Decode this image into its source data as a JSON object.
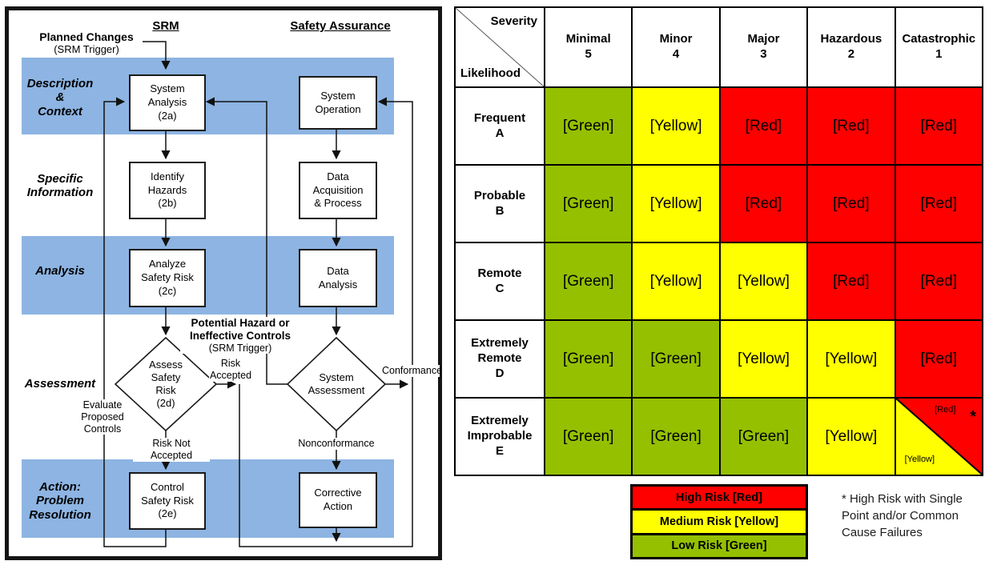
{
  "flowchart": {
    "column_titles": {
      "srm": "SRM",
      "safety_assurance": "Safety Assurance"
    },
    "trigger_label": {
      "line1": "Planned Changes",
      "line2": "(SRM Trigger)"
    },
    "phases": [
      {
        "label": "Description\n&\nContext"
      },
      {
        "label": "Specific\nInformation"
      },
      {
        "label": "Analysis"
      },
      {
        "label": "Assessment"
      },
      {
        "label": "Action:\nProblem\nResolution"
      }
    ],
    "boxes": {
      "system_analysis": "System\nAnalysis\n(2a)",
      "system_operation": "System\nOperation",
      "identify_hazards": "Identify\nHazards\n(2b)",
      "data_acquisition": "Data\nAcquisition\n& Process",
      "analyze_safety_risk": "Analyze\nSafety Risk\n(2c)",
      "data_analysis": "Data\nAnalysis",
      "assess_safety_risk": "Assess\nSafety\nRisk\n(2d)",
      "system_assessment": "System\nAssessment",
      "control_safety_risk": "Control\nSafety Risk\n(2e)",
      "corrective_action": "Corrective\nAction"
    },
    "edge_labels": {
      "potential_hazard": "Potential Hazard or\nIneffective Controls",
      "potential_hazard_sub": "(SRM Trigger)",
      "risk_accepted": "Risk\nAccepted",
      "risk_not_accepted": "Risk Not Accepted",
      "evaluate_proposed_controls": "Evaluate\nProposed\nControls",
      "nonconformance": "Nonconformance",
      "conformance": "Conformance"
    }
  },
  "matrix": {
    "corner": {
      "top": "Severity",
      "bottom": "Likelihood"
    },
    "columns": [
      "Minimal\n5",
      "Minor\n4",
      "Major\n3",
      "Hazardous\n2",
      "Catastrophic\n1"
    ],
    "rows": [
      {
        "label": "Frequent\nA",
        "cells": [
          "[Green]",
          "[Yellow]",
          "[Red]",
          "[Red]",
          "[Red]"
        ]
      },
      {
        "label": "Probable\nB",
        "cells": [
          "[Green]",
          "[Yellow]",
          "[Red]",
          "[Red]",
          "[Red]"
        ]
      },
      {
        "label": "Remote\nC",
        "cells": [
          "[Green]",
          "[Yellow]",
          "[Yellow]",
          "[Red]",
          "[Red]"
        ]
      },
      {
        "label": "Extremely\nRemote\nD",
        "cells": [
          "[Green]",
          "[Green]",
          "[Yellow]",
          "[Yellow]",
          "[Red]"
        ]
      },
      {
        "label": "Extremely\nImprobable\nE",
        "cells": [
          "[Green]",
          "[Green]",
          "[Green]",
          "[Yellow]",
          ""
        ]
      }
    ],
    "split_cell": {
      "red_label": "[Red]",
      "asterisk": "*",
      "yellow_label": "[Yellow]"
    }
  },
  "legend": {
    "items": [
      {
        "label": "High Risk [Red]",
        "color": "#FF0000"
      },
      {
        "label": "Medium Risk [Yellow]",
        "color": "#FFFF00"
      },
      {
        "label": "Low Risk [Green]",
        "color": "#94C000"
      }
    ]
  },
  "note": "* High Risk with Single\nPoint and/or Common\nCause Failures",
  "colors": {
    "high_risk": "#FF0000",
    "medium_risk": "#FFFF00",
    "low_risk": "#94C000",
    "phase_band": "#8DB4E2"
  }
}
